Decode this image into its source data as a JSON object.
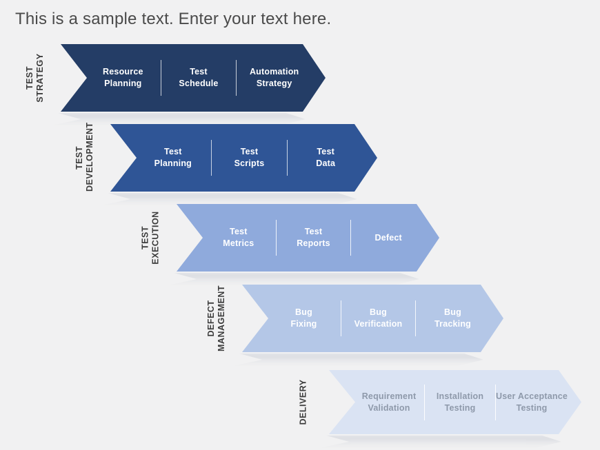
{
  "title": "This is a sample text. Enter your text here.",
  "colors": {
    "background": "#f1f1f2",
    "title_text": "#4a4a4a",
    "label_text": "#3c3c3c"
  },
  "rows": [
    {
      "id": "test-strategy",
      "label_lines": [
        "TEST",
        "STRATEGY"
      ],
      "fill": "#243d66",
      "text_color": "#ffffff",
      "divider_color": "rgba(255,255,255,0.75)",
      "segments": [
        [
          "Resource",
          "Planning"
        ],
        [
          "Test",
          "Schedule"
        ],
        [
          "Automation",
          "Strategy"
        ]
      ]
    },
    {
      "id": "test-development",
      "label_lines": [
        "TEST",
        "DEVELOPMENT"
      ],
      "fill": "#2f5596",
      "text_color": "#ffffff",
      "divider_color": "rgba(255,255,255,0.75)",
      "segments": [
        [
          "Test",
          "Planning"
        ],
        [
          "Test",
          "Scripts"
        ],
        [
          "Test",
          "Data"
        ]
      ]
    },
    {
      "id": "test-execution",
      "label_lines": [
        "TEST",
        "EXECUTION"
      ],
      "fill": "#8faadc",
      "text_color": "#ffffff",
      "divider_color": "rgba(255,255,255,0.85)",
      "segments": [
        [
          "Test",
          "Metrics"
        ],
        [
          "Test",
          "Reports"
        ],
        [
          "Defect"
        ]
      ]
    },
    {
      "id": "defect-management",
      "label_lines": [
        "DEFECT",
        "MANAGEMENT"
      ],
      "fill": "#b4c7e7",
      "text_color": "#ffffff",
      "divider_color": "rgba(255,255,255,0.85)",
      "segments": [
        [
          "Bug",
          "Fixing"
        ],
        [
          "Bug",
          "Verification"
        ],
        [
          "Bug",
          "Tracking"
        ]
      ]
    },
    {
      "id": "delivery",
      "label_lines": [
        "DELIVERY"
      ],
      "fill": "#dae3f3",
      "text_color": "#8e99aa",
      "divider_color": "rgba(255,255,255,0.95)",
      "segments": [
        [
          "Requirement",
          "Validation"
        ],
        [
          "Installation",
          "Testing"
        ],
        [
          "User Acceptance",
          "Testing"
        ]
      ]
    }
  ]
}
